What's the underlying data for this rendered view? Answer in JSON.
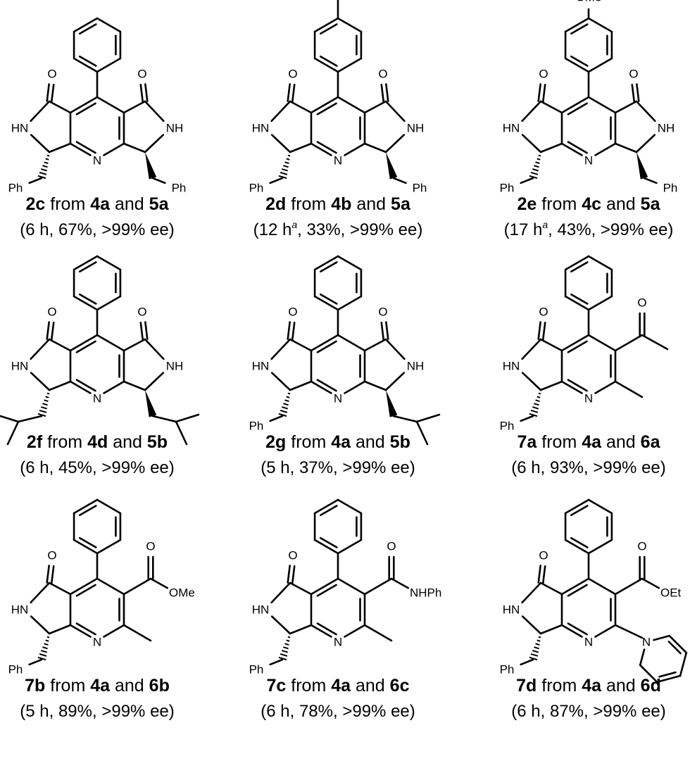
{
  "compounds": [
    {
      "id": "2c",
      "kind": "bis",
      "para": "",
      "left_sub": "Ph",
      "right_sub": "Ph",
      "src1": "4a",
      "src2": "5a",
      "time": "6 h",
      "note": "",
      "yield": "67%",
      "ee": ">99% ee"
    },
    {
      "id": "2d",
      "kind": "bis",
      "para": "",
      "left_sub": "Ph",
      "right_sub": "Ph",
      "src1": "4b",
      "src2": "5a",
      "time": "12 h",
      "note": "a",
      "yield": "33%",
      "ee": ">99% ee"
    },
    {
      "id": "2e",
      "kind": "bis",
      "para": "OMe",
      "left_sub": "Ph",
      "right_sub": "Ph",
      "src1": "4c",
      "src2": "5a",
      "time": "17 h",
      "note": "a",
      "yield": "43%",
      "ee": ">99% ee"
    },
    {
      "id": "2f",
      "kind": "bis",
      "para": "",
      "left_sub": "iBu",
      "right_sub": "iBu",
      "src1": "4d",
      "src2": "5b",
      "time": "6 h",
      "note": "",
      "yield": "45%",
      "ee": ">99% ee"
    },
    {
      "id": "2g",
      "kind": "bis",
      "para": "",
      "left_sub": "Ph",
      "right_sub": "iBu",
      "src1": "4a",
      "src2": "5b",
      "time": "5 h",
      "note": "",
      "yield": "37%",
      "ee": ">99% ee"
    },
    {
      "id": "7a",
      "kind": "mono",
      "para": "",
      "left_sub": "Ph",
      "ester": "",
      "src1": "4a",
      "src2": "6a",
      "time": "6 h",
      "note": "",
      "yield": "93%",
      "ee": ">99% ee"
    },
    {
      "id": "7b",
      "kind": "mono",
      "para": "",
      "left_sub": "Ph",
      "ester": "OMe",
      "src1": "4a",
      "src2": "6b",
      "time": "5 h",
      "note": "",
      "yield": "89%",
      "ee": ">99% ee"
    },
    {
      "id": "7c",
      "kind": "mono",
      "para": "",
      "left_sub": "Ph",
      "ester": "NHPh",
      "src1": "4a",
      "src2": "6c",
      "time": "6 h",
      "note": "",
      "yield": "78%",
      "ee": ">99% ee"
    },
    {
      "id": "7d",
      "kind": "mono",
      "para": "",
      "left_sub": "Ph",
      "ester": "OEt",
      "src1": "4a",
      "src2": "6d",
      "time": "6 h",
      "note": "",
      "yield": "87%",
      "ee": ">99% ee"
    }
  ],
  "text": {
    "and": "and",
    "from": "from",
    "O": "O",
    "N": "N",
    "HN": "HN",
    "NH": "NH",
    "Ph": "Ph"
  }
}
